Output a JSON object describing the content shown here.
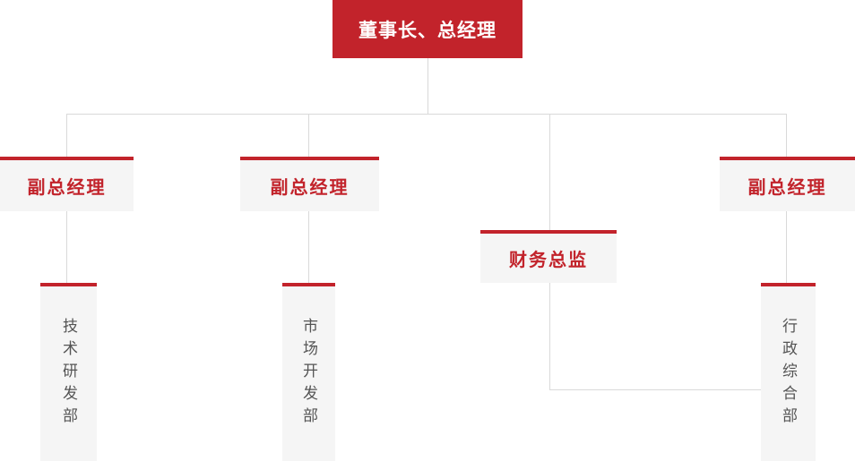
{
  "org": {
    "root": {
      "label": "董事长、总经理"
    },
    "managers": [
      {
        "label": "副总经理"
      },
      {
        "label": "副总经理"
      },
      {
        "label": "财务总监"
      },
      {
        "label": "副总经理"
      }
    ],
    "departments": [
      {
        "label": "技术研发部"
      },
      {
        "label": "市场开发部"
      },
      {
        "label": "行政综合部"
      }
    ]
  },
  "colors": {
    "accent_red": "#c2232b",
    "node_background": "#f5f5f5",
    "connector_line": "#d9d9d9",
    "department_text": "#545454",
    "root_text": "#ffffff",
    "page_background": "#ffffff"
  }
}
